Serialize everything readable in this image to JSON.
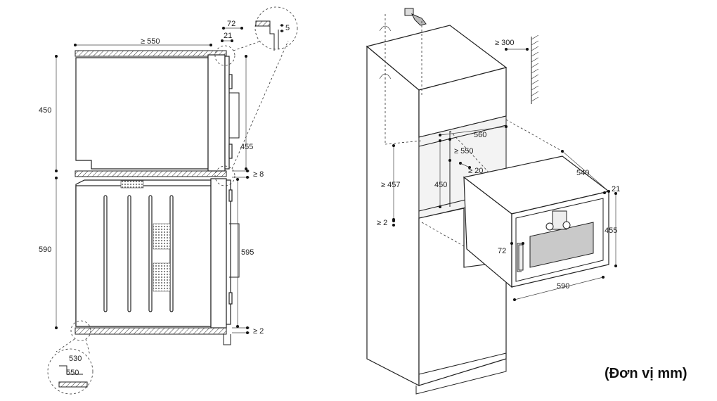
{
  "left_view": {
    "dims": {
      "d72": "72",
      "d21": "21",
      "d5": "5",
      "d550": "≥ 550",
      "d450": "450",
      "d455": "455",
      "d8": "≥ 8",
      "d590": "590",
      "d595": "595",
      "d2": "≥ 2",
      "d530": "530",
      "d550b": "550"
    }
  },
  "right_view": {
    "dims": {
      "d300": "≥ 300",
      "d560": "560",
      "d550": "≥ 550",
      "d20": "≥ 20",
      "d457": "≥ 457",
      "d450": "450",
      "d2": "≥ 2",
      "d540": "540",
      "d21": "21",
      "d455": "455",
      "d72": "72",
      "d590": "590"
    }
  },
  "unit_note": "(Đơn vị mm)"
}
